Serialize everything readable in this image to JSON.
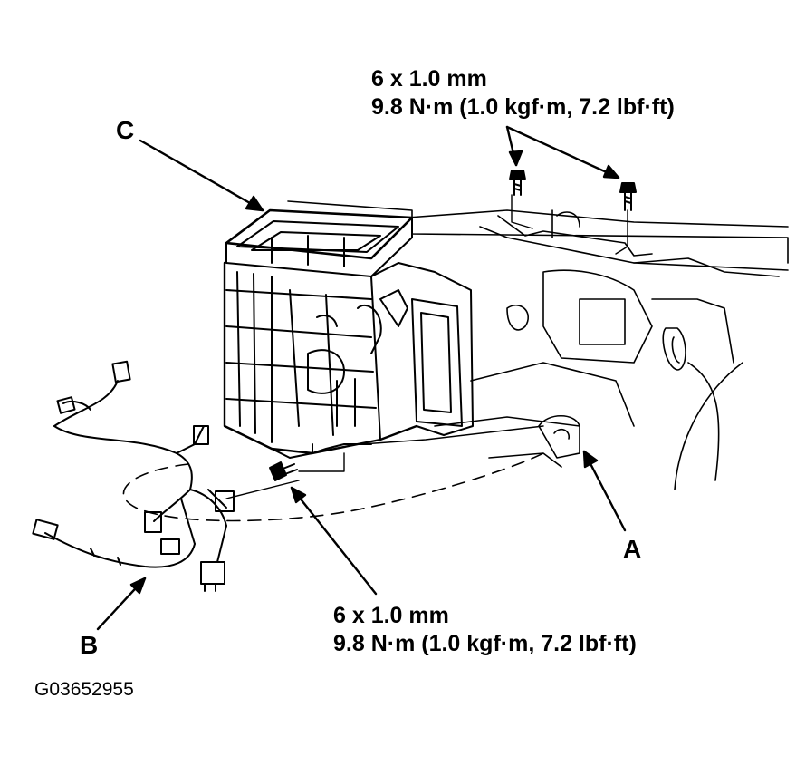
{
  "callouts": {
    "top_spec": {
      "size": "6 x 1.0 mm",
      "torque": "9.8 N·m (1.0 kgf·m, 7.2 lbf·ft)"
    },
    "bottom_spec": {
      "size": "6 x 1.0 mm",
      "torque": "9.8 N·m (1.0 kgf·m, 7.2 lbf·ft)"
    },
    "label_a": "A",
    "label_b": "B",
    "label_c": "C"
  },
  "figure_id": "G03652955",
  "colors": {
    "ink": "#000000",
    "paper": "#ffffff"
  }
}
